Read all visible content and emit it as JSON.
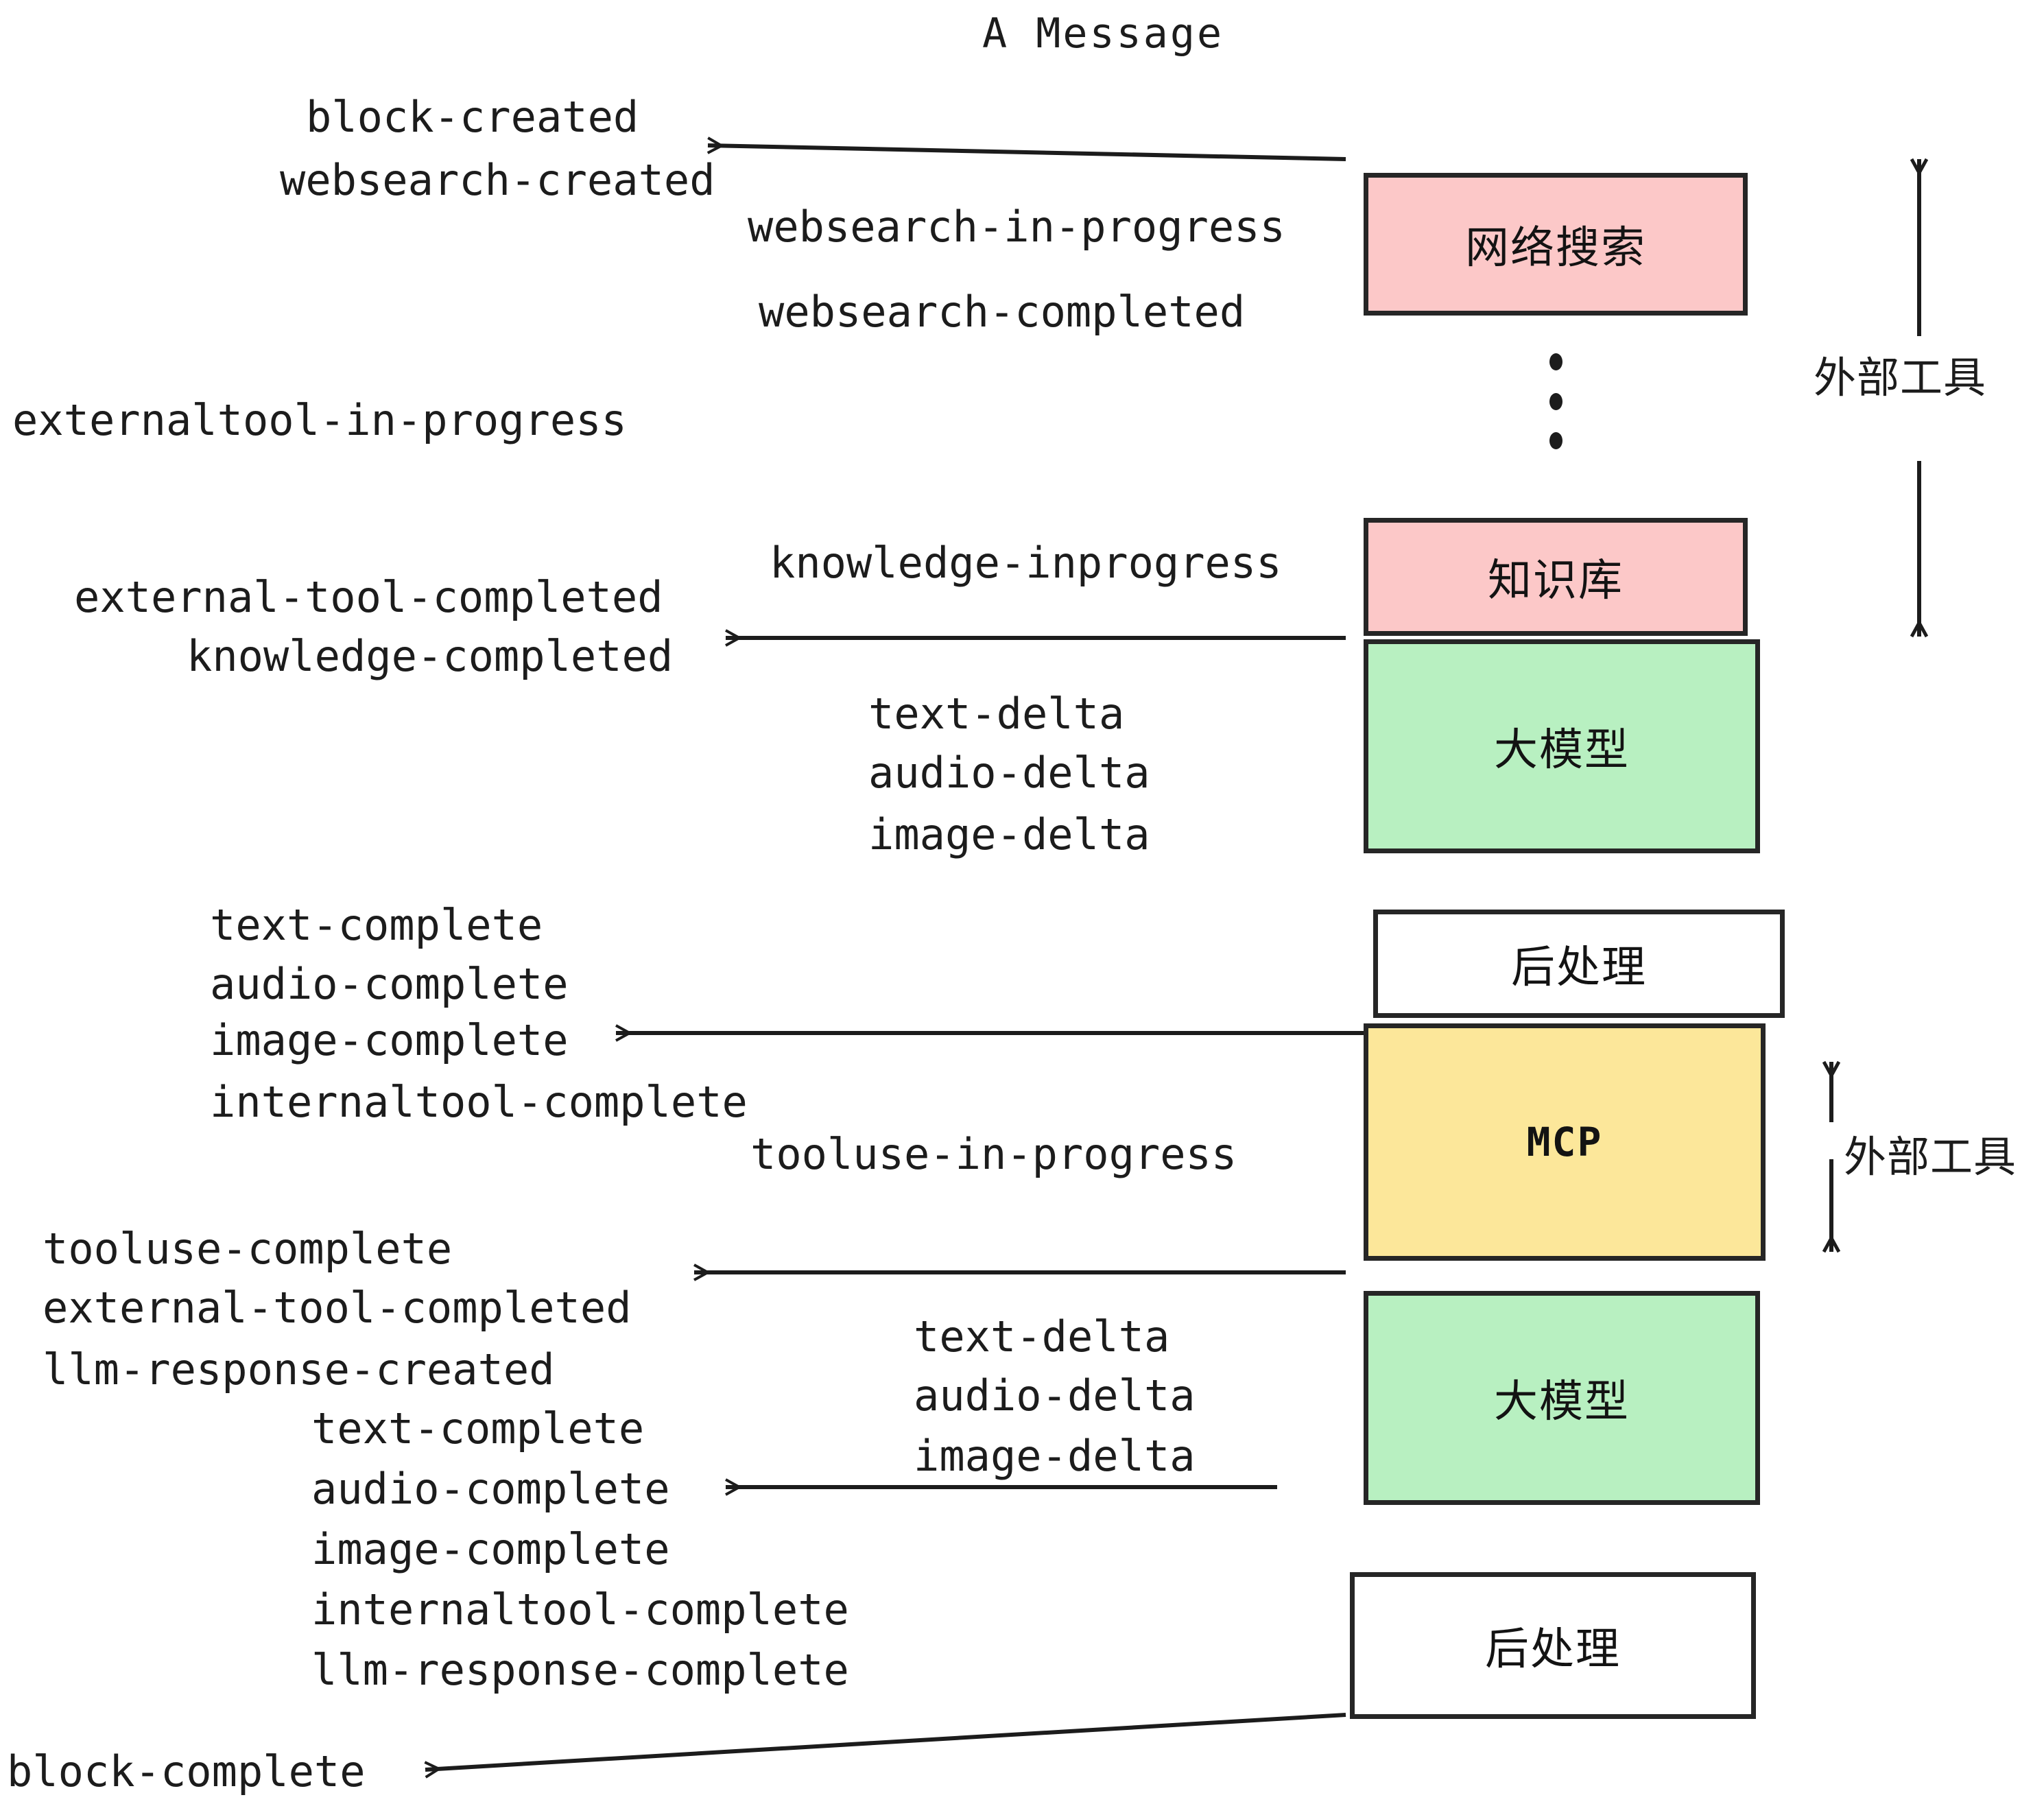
{
  "title": "A Message",
  "colors": {
    "pink": "#FCC8C8",
    "green": "#B8F0C1",
    "yellow": "#FCE79A",
    "white": "#FFFFFF",
    "stroke": "#262626",
    "text": "#1C1C1C"
  },
  "boxes": [
    {
      "id": "websearch",
      "label": "网络搜索",
      "fill": "pink"
    },
    {
      "id": "knowledge",
      "label": "知识库",
      "fill": "pink"
    },
    {
      "id": "llm-top",
      "label": "大模型",
      "fill": "green"
    },
    {
      "id": "postprocess-top",
      "label": "后处理",
      "fill": "white"
    },
    {
      "id": "mcp",
      "label": "MCP",
      "fill": "yellow"
    },
    {
      "id": "llm-bottom",
      "label": "大模型",
      "fill": "green"
    },
    {
      "id": "postprocess-bottom",
      "label": "后处理",
      "fill": "white"
    }
  ],
  "side_annotations": [
    {
      "id": "external-tools-top",
      "label": "外部工具"
    },
    {
      "id": "external-tools-bottom",
      "label": "外部工具"
    }
  ],
  "events": [
    {
      "id": "block-created",
      "text": "block-created"
    },
    {
      "id": "websearch-created",
      "text": "websearch-created"
    },
    {
      "id": "websearch-in-progress",
      "text": "websearch-in-progress"
    },
    {
      "id": "websearch-completed",
      "text": "websearch-completed"
    },
    {
      "id": "externaltool-in-progress",
      "text": "externaltool-in-progress"
    },
    {
      "id": "knowledge-inprogress",
      "text": "knowledge-inprogress"
    },
    {
      "id": "external-tool-completed-1",
      "text": "external-tool-completed"
    },
    {
      "id": "knowledge-completed",
      "text": "knowledge-completed"
    },
    {
      "id": "text-delta-1",
      "text": "text-delta"
    },
    {
      "id": "audio-delta-1",
      "text": "audio-delta"
    },
    {
      "id": "image-delta-1",
      "text": "image-delta"
    },
    {
      "id": "text-complete-1",
      "text": "text-complete"
    },
    {
      "id": "audio-complete-1",
      "text": "audio-complete"
    },
    {
      "id": "image-complete-1",
      "text": "image-complete"
    },
    {
      "id": "internaltool-complete-1",
      "text": "internaltool-complete"
    },
    {
      "id": "tooluse-in-progress",
      "text": "tooluse-in-progress"
    },
    {
      "id": "tooluse-complete",
      "text": "tooluse-complete"
    },
    {
      "id": "external-tool-completed-2",
      "text": "external-tool-completed"
    },
    {
      "id": "llm-response-created",
      "text": "llm-response-created"
    },
    {
      "id": "text-delta-2",
      "text": "text-delta"
    },
    {
      "id": "audio-delta-2",
      "text": "audio-delta"
    },
    {
      "id": "image-delta-2",
      "text": "image-delta"
    },
    {
      "id": "text-complete-2",
      "text": "text-complete"
    },
    {
      "id": "audio-complete-2",
      "text": "audio-complete"
    },
    {
      "id": "image-complete-2",
      "text": "image-complete"
    },
    {
      "id": "internaltool-complete-2",
      "text": "internaltool-complete"
    },
    {
      "id": "llm-response-complete",
      "text": "llm-response-complete"
    },
    {
      "id": "block-complete",
      "text": "block-complete"
    }
  ]
}
